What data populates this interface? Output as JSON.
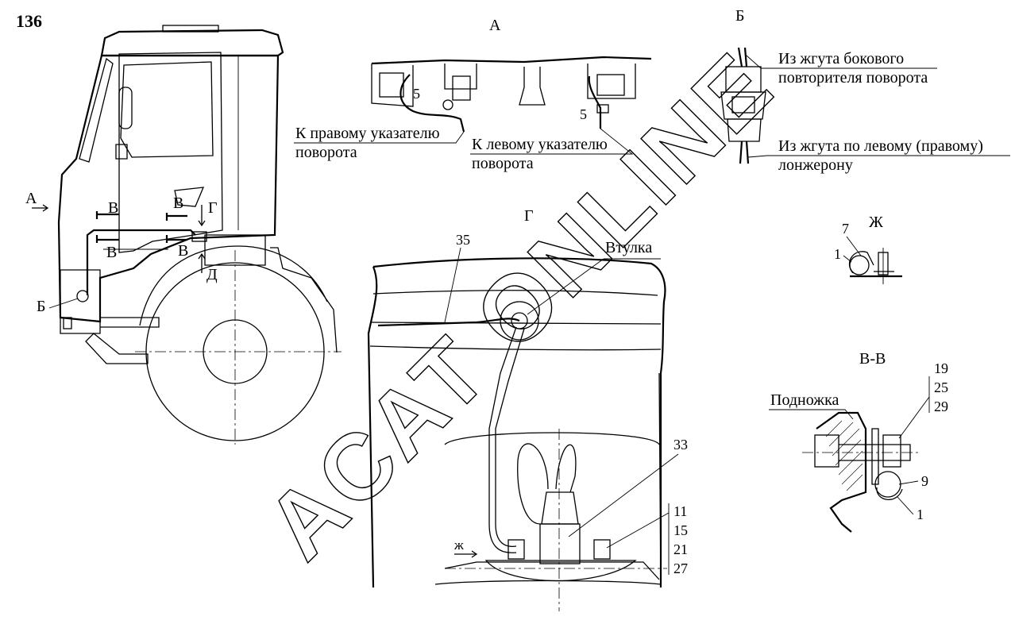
{
  "page_number": "136",
  "watermark": "ACAT ONLINE",
  "view_a": {
    "title": "А",
    "callout_5_right": "5",
    "callout_5_left": "5",
    "label_right_line1": "К правому указателю",
    "label_right_line2": "поворота",
    "label_left_line1": "К левому указателю",
    "label_left_line2": "поворота"
  },
  "view_b": {
    "title": "Б",
    "label_top_line1": "Из жгута бокового",
    "label_top_line2": "повторителя поворота",
    "label_bottom_line1": "Из жгута по левому (правому)",
    "label_bottom_line2": "лонжерону"
  },
  "cab_view": {
    "arrow_a": "А",
    "mark_b": "Б",
    "section_v": "В",
    "view_g": "Г",
    "view_d": "Д"
  },
  "view_zh": {
    "title": "Ж",
    "callout_7": "7",
    "callout_1": "1"
  },
  "view_g": {
    "title": "Г",
    "callout_35": "35",
    "label_bushing": "Втулка",
    "callout_33": "33",
    "callouts_group": [
      "11",
      "15",
      "21",
      "27"
    ],
    "arrow_zh": "ж"
  },
  "section_vv": {
    "title": "В-В",
    "callouts_group": [
      "19",
      "25",
      "29"
    ],
    "label_step": "Подножка",
    "callout_9": "9",
    "callout_1": "1"
  }
}
